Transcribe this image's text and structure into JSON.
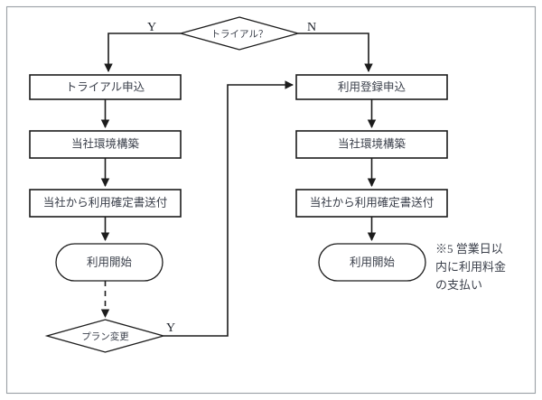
{
  "diagram": {
    "title_note": "",
    "colors": {
      "line": "#1c1c1c",
      "text": "#3a3f4a",
      "frame": "#9aa0a6",
      "background": "#ffffff"
    },
    "decision_top": {
      "label": "トライアル？",
      "yes_label": "Y",
      "no_label": "N"
    },
    "decision_bottom": {
      "label": "プラン変更",
      "yes_label": "Y"
    },
    "trial_branch": {
      "steps": [
        {
          "label": "トライアル申込",
          "shape": "box"
        },
        {
          "label": "当社環境構築",
          "shape": "box"
        },
        {
          "label": "当社から利用確定書送付",
          "shape": "box"
        },
        {
          "label": "利用開始",
          "shape": "stadium"
        }
      ]
    },
    "registration_branch": {
      "steps": [
        {
          "label": "利用登録申込",
          "shape": "box"
        },
        {
          "label": "当社環境構築",
          "shape": "box"
        },
        {
          "label": "当社から利用確定書送付",
          "shape": "box"
        },
        {
          "label": "利用開始",
          "shape": "stadium"
        }
      ]
    },
    "note": {
      "lines": [
        "※5 営業日以",
        "内に利用料金",
        "の支払い"
      ]
    }
  }
}
